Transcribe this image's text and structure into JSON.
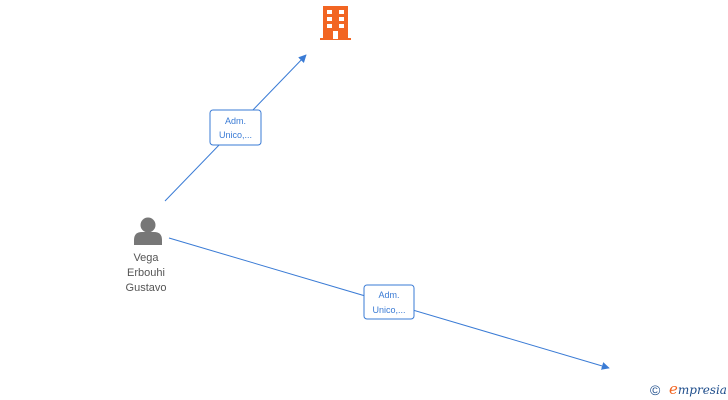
{
  "nodes": {
    "company": {
      "icon": "building-icon",
      "color": "#f26522"
    },
    "person": {
      "icon": "person-icon",
      "color": "#777777",
      "name_lines": [
        "Vega",
        "Erbouhi",
        "Gustavo"
      ]
    }
  },
  "edges": [
    {
      "from": "person",
      "to": "company",
      "label_lines": [
        "Adm.",
        "Unico,..."
      ]
    },
    {
      "from": "person",
      "to": "unlabeled-node",
      "label_lines": [
        "Adm.",
        "Unico,..."
      ]
    }
  ],
  "colors": {
    "edge": "#3a7bd5",
    "brand_accent": "#f26522",
    "brand_text": "#1f4e8c"
  },
  "footer": {
    "copyright_symbol": "©",
    "brand_initial": "e",
    "brand_rest": "mpresia"
  }
}
